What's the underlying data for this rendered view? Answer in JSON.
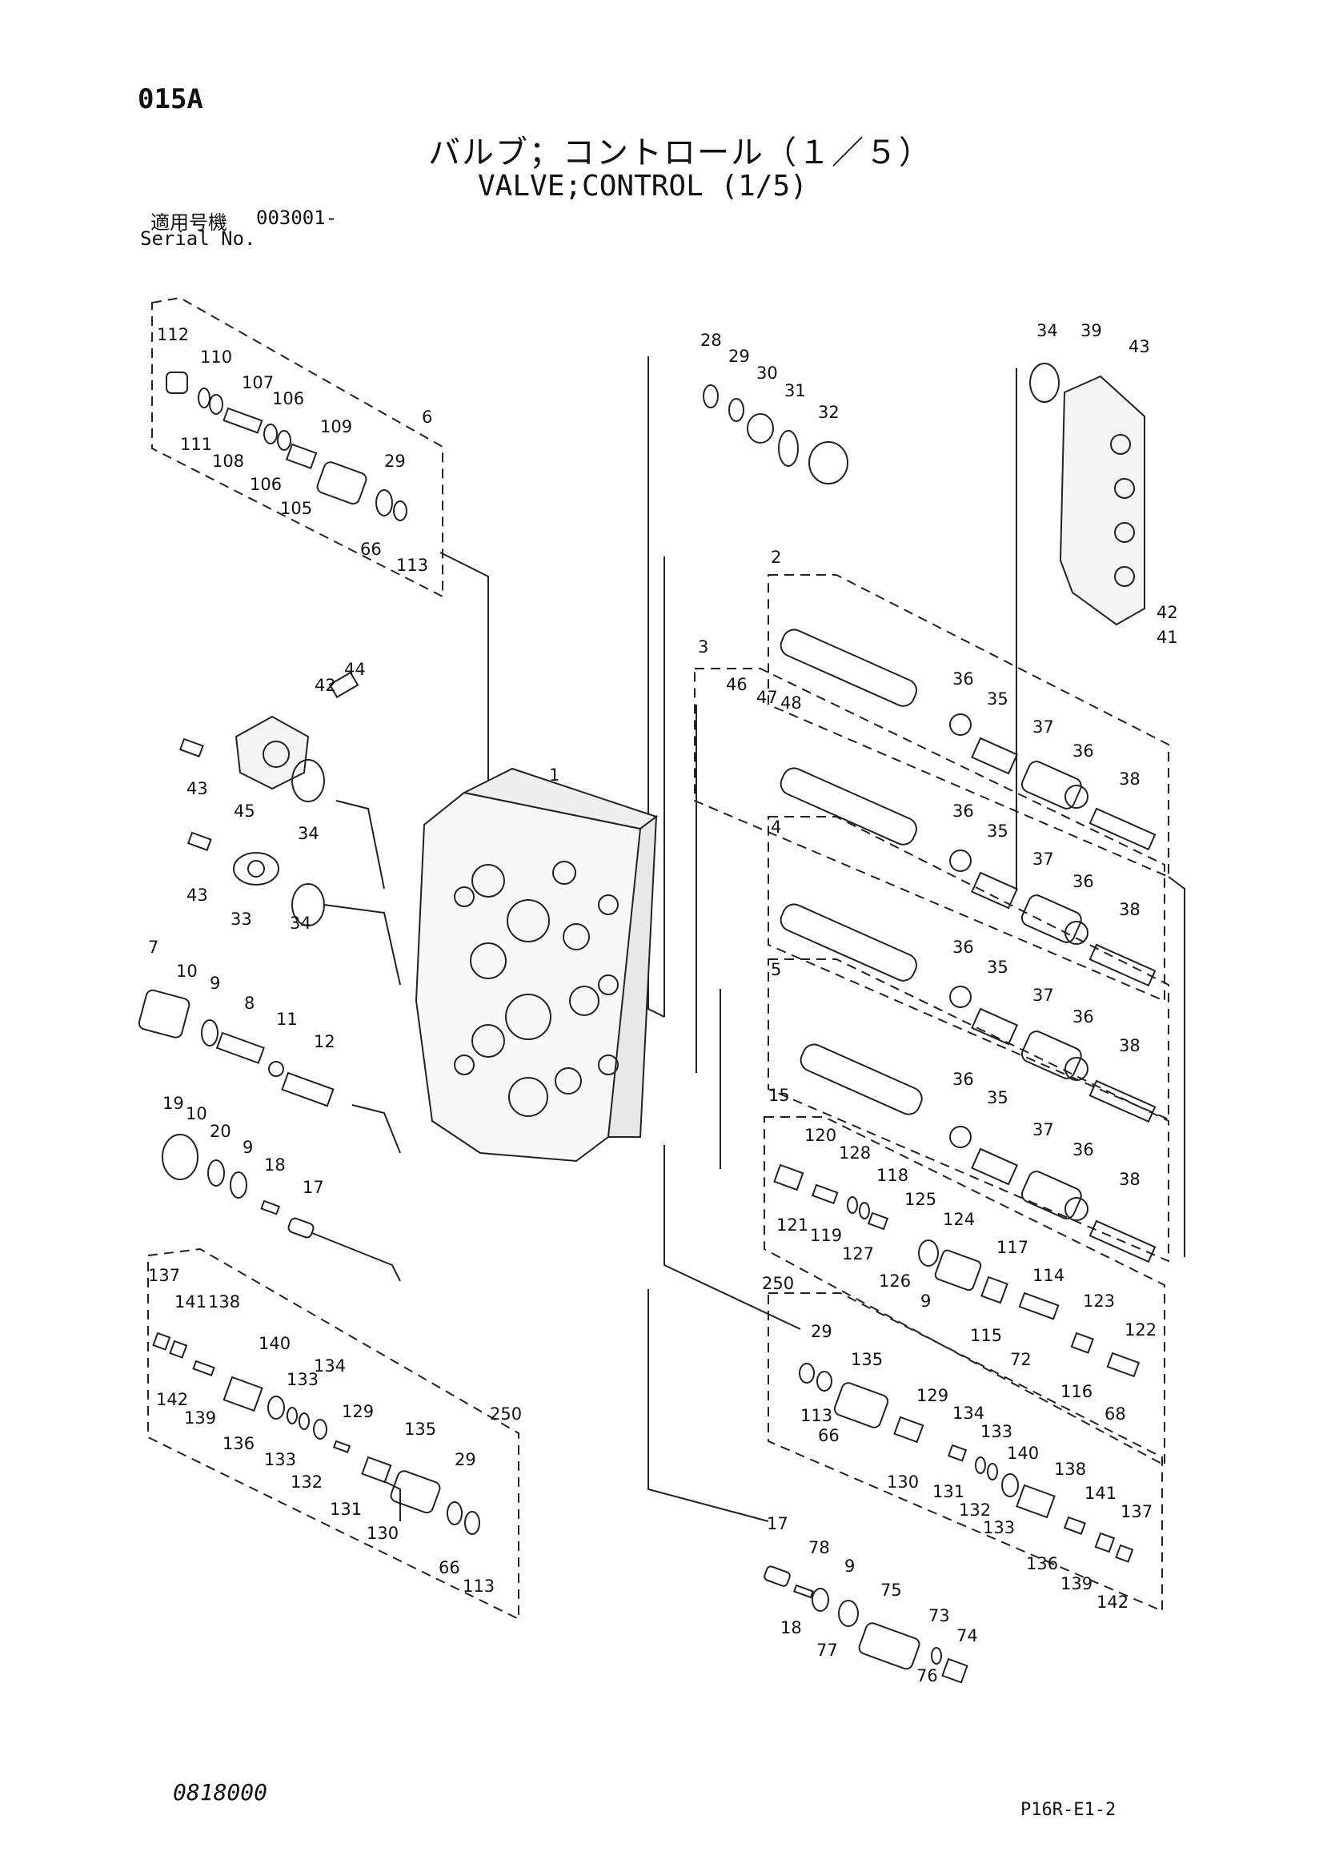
{
  "header": {
    "code": "015A",
    "title_jp": "バルブ；コントロール（１／５）",
    "title_en": "VALVE;CONTROL (1/5)",
    "serial_label_jp": "適用号機",
    "serial_value": "003001-",
    "serial_label_en": "Serial No."
  },
  "footer": {
    "doc_number": "0818000",
    "page_ref": "P16R-E1-2"
  },
  "callouts": {
    "n1": "1",
    "n2": "2",
    "n3": "3",
    "n4": "4",
    "n5": "5",
    "n6": "6",
    "n7": "7",
    "n8": "8",
    "n9": "9",
    "n10": "10",
    "n11": "11",
    "n12": "12",
    "n15": "15",
    "n17": "17",
    "n18": "18",
    "n19": "19",
    "n20": "20",
    "n28": "28",
    "n29": "29",
    "n30": "30",
    "n31": "31",
    "n32": "32",
    "n33": "33",
    "n34": "34",
    "n35": "35",
    "n36": "36",
    "n37": "37",
    "n38": "38",
    "n39": "39",
    "n41": "41",
    "n42": "42",
    "n43": "43",
    "n44": "44",
    "n45": "45",
    "n46": "46",
    "n47": "47",
    "n48": "48",
    "n66": "66",
    "n68": "68",
    "n72": "72",
    "n73": "73",
    "n74": "74",
    "n75": "75",
    "n76": "76",
    "n77": "77",
    "n78": "78",
    "n105": "105",
    "n106": "106",
    "n107": "107",
    "n108": "108",
    "n109": "109",
    "n110": "110",
    "n111": "111",
    "n112": "112",
    "n113": "113",
    "n114": "114",
    "n115": "115",
    "n116": "116",
    "n117": "117",
    "n118": "118",
    "n119": "119",
    "n120": "120",
    "n121": "121",
    "n122": "122",
    "n123": "123",
    "n124": "124",
    "n125": "125",
    "n126": "126",
    "n127": "127",
    "n128": "128",
    "n129": "129",
    "n130": "130",
    "n131": "131",
    "n132": "132",
    "n133": "133",
    "n134": "134",
    "n135": "135",
    "n136": "136",
    "n137": "137",
    "n138": "138",
    "n139": "139",
    "n140": "140",
    "n141": "141",
    "n142": "142",
    "n250": "250"
  }
}
